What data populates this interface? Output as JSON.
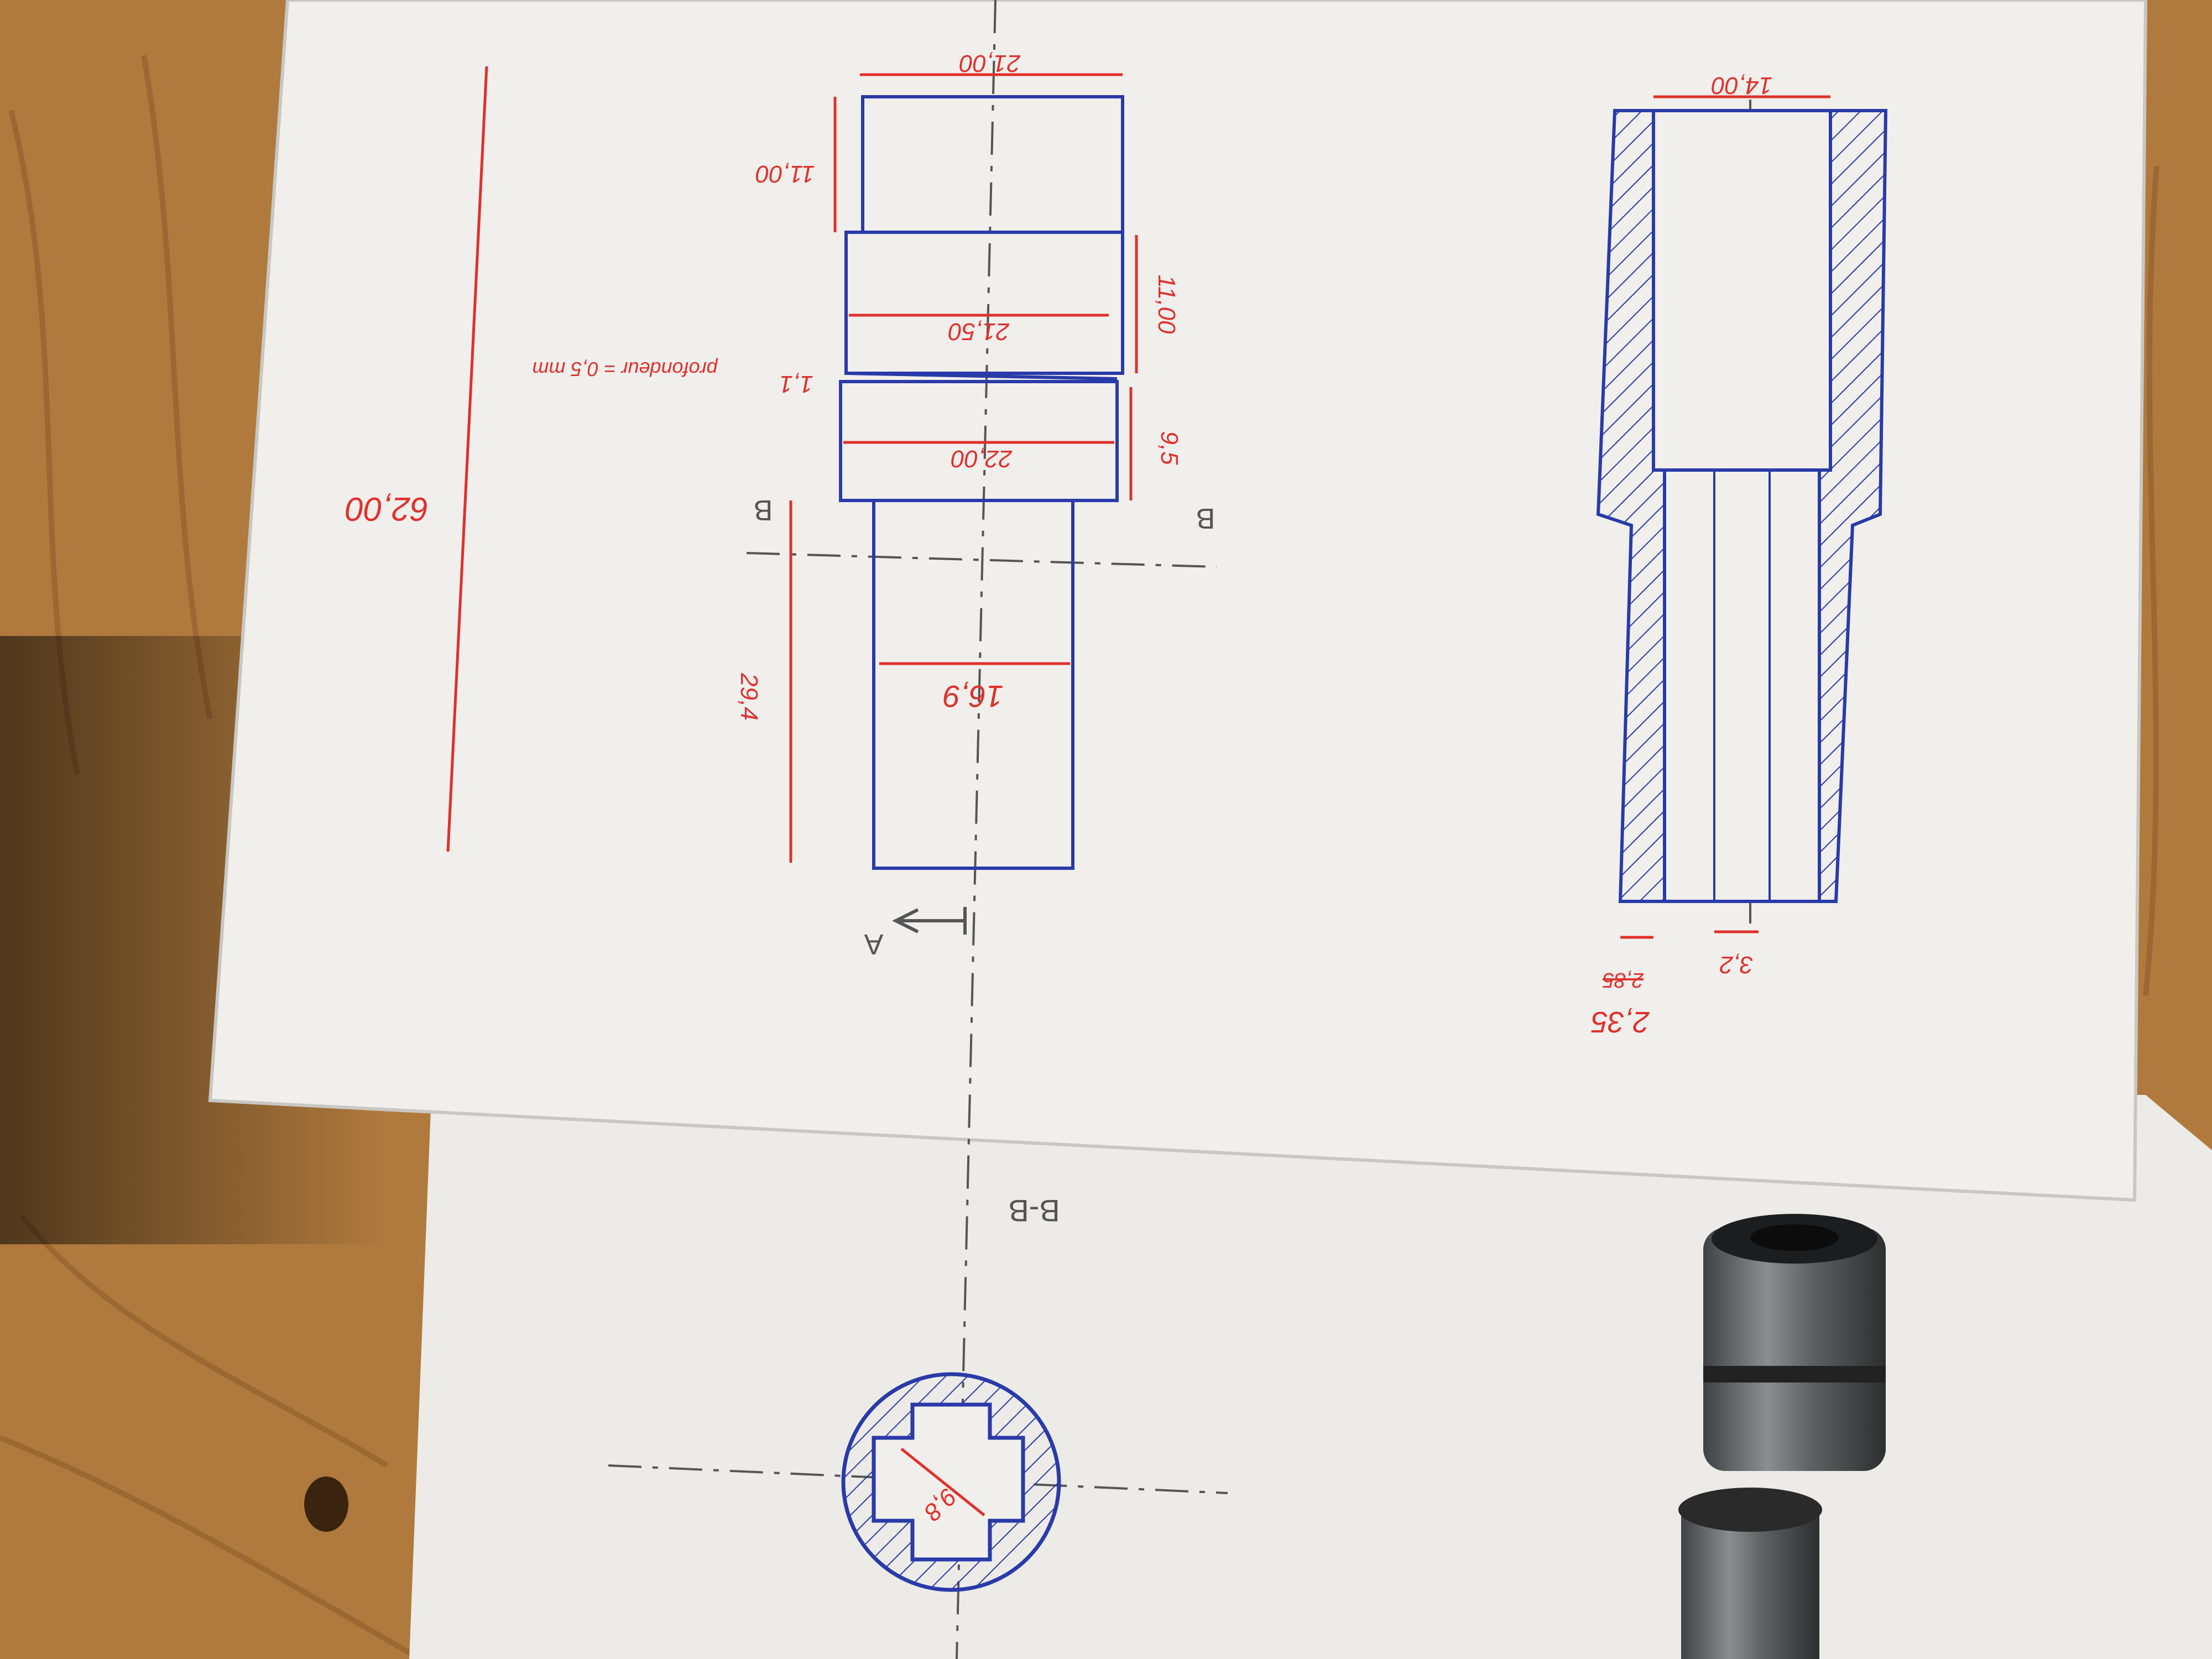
{
  "colors": {
    "wood": "#b07a3e",
    "wood_dark": "#8a5a2a",
    "paper": "#ecebe8",
    "paper_shadow": "#c9c7c2",
    "blue_ink": "#2a3aa8",
    "red_ink": "#e0302c",
    "pencil": "#555555",
    "metal": "#6b6e70"
  },
  "drawing": {
    "dimensions": {
      "top_width": "21,00",
      "top_height": "11,00",
      "groove_width": "21,50",
      "groove_height": "11,00",
      "groove_note": "1,1",
      "groove_depth_note": "profondeur = 0,5 mm",
      "collar_width": "22,00",
      "collar_height": "9,5",
      "overall_length": "62,00",
      "shaft_width": "16,9",
      "shaft_length": "29,4",
      "bore_width": "14,00",
      "wall_thickness": "2,35",
      "wall_thickness_crossed": "2,85",
      "spline_width": "3,2",
      "section_diameter": "9,8"
    },
    "labels": {
      "view_arrow": "A",
      "section_mark_left": "B",
      "section_mark_right": "B",
      "section_title": "B-B"
    }
  }
}
